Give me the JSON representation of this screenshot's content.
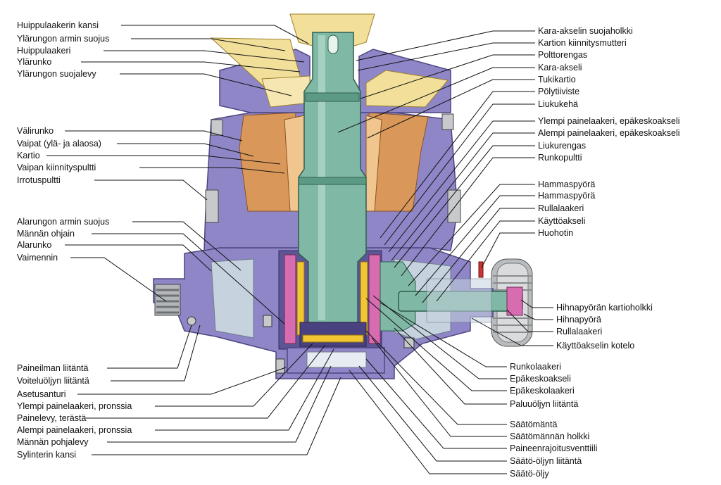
{
  "labels_left": [
    "Huippulaakerin kansi",
    "Ylärungon armin suojus",
    "Huippulaakeri",
    "Ylärunko",
    "Ylärungon suojalevy",
    "Välirunko",
    "Vaipat (ylä- ja alaosa)",
    "Kartio",
    "Vaipan kiinnityspultti",
    "Irrotuspultti",
    "Alarungon armin suojus",
    "Männän ohjain",
    "Alarunko",
    "Vaimennin"
  ],
  "labels_bottom_left": [
    "Paineilman liitäntä",
    "Voiteluöljyn liitäntä",
    "Asetusanturi",
    "Ylempi painelaakeri, pronssia",
    "Painelevy, terästä",
    "Alempi painelaakeri, pronssia",
    "Männän pohjalevy",
    "Sylinterin kansi"
  ],
  "labels_right_top": [
    "Kara-akselin suojaholkki",
    "Kartion kiinnitysmutteri",
    "Polttorengas",
    "Kara-akseli",
    "Tukikartio",
    "Pölytiiviste",
    "Liukukehä",
    "Ylempi painelaakeri, epäkeskoakseli",
    "Alempi painelaakeri, epäkeskoakseli",
    "Liukurengas",
    "Runkopultti"
  ],
  "labels_right_mid": [
    "Hammaspyörä",
    "Hammaspyörä",
    "Rullalaakeri",
    "Käyttöakseli",
    "Huohotin"
  ],
  "labels_right_drive": [
    "Hihnapyörän kartioholkki",
    "Hihnapyörä",
    "Rullalaakeri",
    "Käyttöakselin kotelo"
  ],
  "labels_right_bottom": [
    "Runkolaakeri",
    "Epäkeskoakseli",
    "Epäkeskolaakeri",
    "Paluuöljyn liitäntä",
    "Säätömäntä",
    "Säätömännän holkki",
    "Paineenrajoitusventtiili",
    "Säätö-öljyn liitäntä",
    "Säätö-öljy"
  ],
  "colors": {
    "frame": "#8e86c6",
    "frame_dark": "#5d5596",
    "shaft": "#7fb8a4",
    "liner": "#d9985a",
    "hopper": "#f1df9a",
    "housing_light": "#c6d3df",
    "bearing_pink": "#d86cb0",
    "bearing_yellow": "#f2c632",
    "leader": "#111111"
  }
}
